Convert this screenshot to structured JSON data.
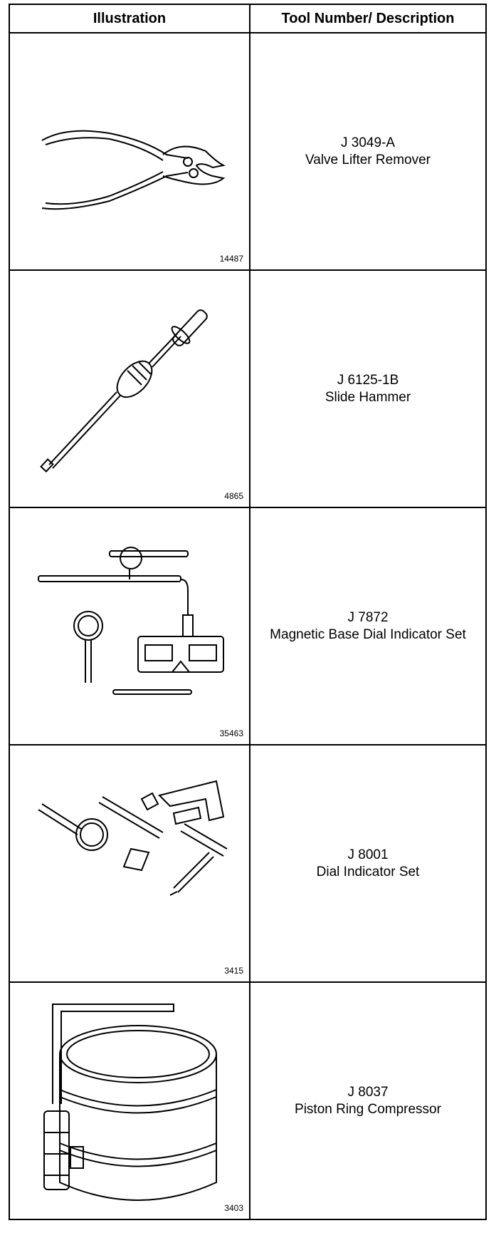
{
  "header": {
    "col1": "Illustration",
    "col2": "Tool Number/ Description"
  },
  "rows": [
    {
      "figure": "14487",
      "number": "J 3049-A",
      "description": "Valve Lifter Remover",
      "icon": "pliers-icon"
    },
    {
      "figure": "4865",
      "number": "J 6125-1B",
      "description": "Slide Hammer",
      "icon": "slide-hammer-icon"
    },
    {
      "figure": "35463",
      "number": "J 7872",
      "description": "Magnetic Base Dial Indicator Set",
      "icon": "magnetic-base-dial-indicator-icon"
    },
    {
      "figure": "3415",
      "number": "J 8001",
      "description": "Dial Indicator Set",
      "icon": "dial-indicator-set-icon"
    },
    {
      "figure": "3403",
      "number": "J 8037",
      "description": "Piston Ring Compressor",
      "icon": "piston-ring-compressor-icon"
    }
  ]
}
